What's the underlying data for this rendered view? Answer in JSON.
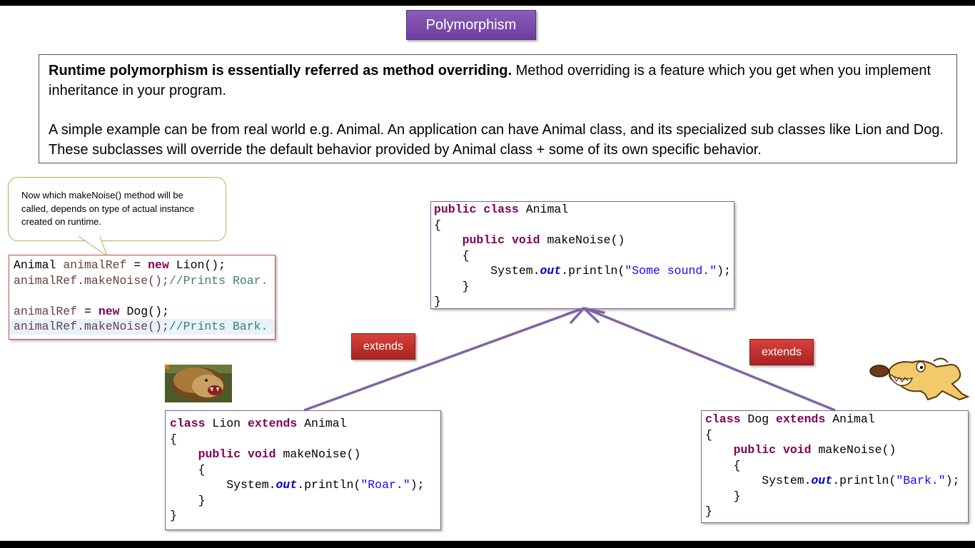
{
  "slide": {
    "title": "Polymorphism",
    "description": {
      "bold_lead": "Runtime polymorphism is essentially referred as method overriding.",
      "lead_rest": " Method overriding is a feature which you get when you implement inheritance in your program.",
      "para2": "A simple example can be from real world e.g. Animal. An application can have Animal class, and its specialized sub classes like Lion and Dog. These subclasses will override the default behavior provided by Animal class + some of its own specific behavior."
    },
    "callout": "Now which makeNoise() method will be called, depends on type of actual instance created on runtime.",
    "extends_left": "extends",
    "extends_right": "extends",
    "images": {
      "lion": "lion-photo",
      "dog": "cartoon-dog"
    },
    "colors": {
      "title_bg": "#7a4aa8",
      "extends_bg": "#c0302c",
      "arrow": "#8064a2",
      "keyword": "#7f0055",
      "string": "#2a00ff"
    }
  },
  "code_ref": {
    "l1_type": "Animal ",
    "l1_var": "animalRef",
    "l1_eq": " = ",
    "l1_new": "new",
    "l1_rest": " Lion();",
    "l2_code": "animalRef.makeNoise();",
    "l2_comment": "//Prints Roar.",
    "l4_var": "animalRef",
    "l4_eq": " = ",
    "l4_new": "new",
    "l4_rest": " Dog();",
    "l5_code": "animalRef.makeNoise();",
    "l5_comment": "//Prints Bark."
  },
  "code_animal": {
    "kw_public": "public",
    "kw_class": "class",
    "name": "Animal",
    "brace_open": "{",
    "brace_close": "}",
    "m_public": "public",
    "m_void": "void",
    "m_name": "makeNoise()",
    "inner_open": "{",
    "inner_close": "}",
    "sys": "System.",
    "out": "out",
    "println": ".println(",
    "str": "\"Some sound.\"",
    "end": ");"
  },
  "code_lion": {
    "kw_class": "class",
    "name": "Lion",
    "kw_extends": "extends",
    "parent": "Animal",
    "brace_open": "{",
    "brace_close": "}",
    "m_public": "public",
    "m_void": "void",
    "m_name": "makeNoise()",
    "inner_open": "{",
    "inner_close": "}",
    "sys": "System.",
    "out": "out",
    "println": ".println(",
    "str": "\"Roar.\"",
    "end": ");"
  },
  "code_dog": {
    "kw_class": "class",
    "name": "Dog",
    "kw_extends": "extends",
    "parent": "Animal",
    "brace_open": "{",
    "brace_close": "}",
    "m_public": "public",
    "m_void": "void",
    "m_name": "makeNoise()",
    "inner_open": "{",
    "inner_close": "}",
    "sys": "System.",
    "out": "out",
    "println": ".println(",
    "str": "\"Bark.\"",
    "end": ");"
  }
}
